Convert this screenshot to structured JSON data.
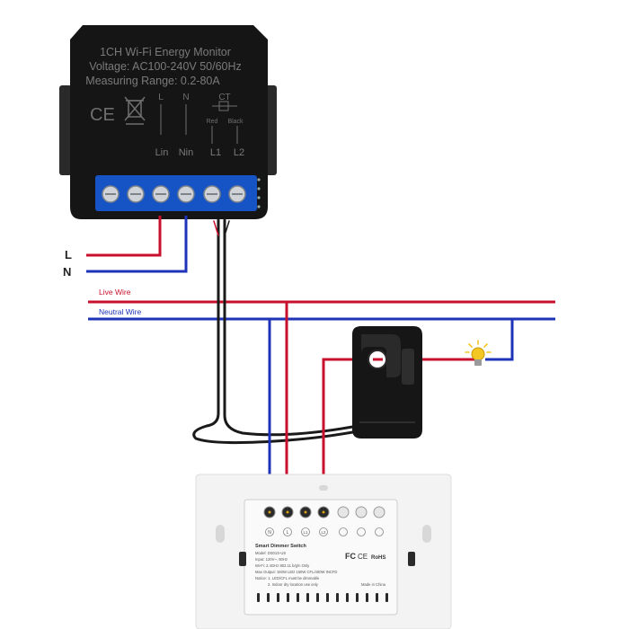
{
  "module": {
    "title": "1CH Wi-Fi Energy Monitor",
    "voltage": "Voltage: AC100-240V 50/60Hz",
    "range": "Measuring Range: 0.2-80A",
    "ce_mark": "CE",
    "label_l": "L",
    "label_n": "N",
    "label_ct": "CT",
    "label_red": "Red",
    "label_black": "Black",
    "terminal_lin": "Lin",
    "terminal_nin": "Nin",
    "terminal_l1": "L1",
    "terminal_l2": "L2"
  },
  "supply": {
    "label_l": "L",
    "label_n": "N"
  },
  "bus": {
    "live_label": "Live Wire",
    "neutral_label": "Neutral Wire"
  },
  "switch": {
    "term_n": "N",
    "term_l": "L",
    "term_l1": "L1",
    "term_l2": "L2",
    "name": "Smart Dimmer Switch",
    "model": "Model: DS01S-US",
    "input": "Input: 120V~, 60Hz",
    "wifi": "Wi-Fi: 2.4GHz 802.11 b/g/n Only",
    "max_output": "Max Output: 150W LED 150W CFL/400W INCFD",
    "notice1": "Notice: 1. LED/CFL must be dimmable",
    "notice2": "2. Indoor dry location use only",
    "made_in": "Made in China",
    "cert_fc": "FC",
    "cert_ce": "CE",
    "cert_rohs": "RoHS"
  },
  "colors": {
    "live": "#c8102e",
    "neutral": "#1e33b8",
    "cable": "#1a1a1a",
    "module_body": "#151515",
    "terminal_block": "#1653c4",
    "bulb": "#f3c623"
  }
}
